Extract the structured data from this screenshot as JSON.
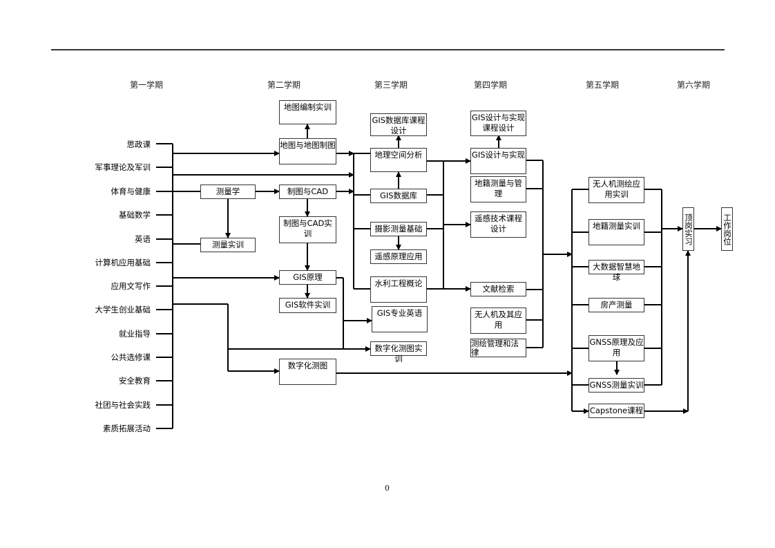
{
  "semesters": [
    "第一学期",
    "第二学期",
    "第三学期",
    "第四学期",
    "第五学期",
    "第六学期"
  ],
  "foundation_courses": [
    "思政课",
    "军事理论及军训",
    "体育与健康",
    "基础数学",
    "英语",
    "计算机应用基础",
    "应用文写作",
    "大学生创业基础",
    "就业指导",
    "公共选修课",
    "安全教育",
    "社团与社会实践",
    "素质拓展活动"
  ],
  "sem1_courses": {
    "surveying": "测量学",
    "surveying_practice": "测量实训"
  },
  "sem2_courses": {
    "map_compile_practice": "地图编制实训",
    "map_cartography": "地图与地图制图",
    "drafting_cad": "制图与CAD",
    "drafting_cad_practice": "制图与CAD实训",
    "gis_principle": "GIS原理",
    "gis_software_practice": "GIS软件实训",
    "digital_mapping": "数字化测图"
  },
  "sem3_courses": {
    "gis_db_design": "GIS数据库课程设计",
    "spatial_analysis": "地理空间分析",
    "gis_database": "GIS数据库",
    "photogrammetry": "摄影测量基础",
    "remote_sensing_app": "遥感原理应用",
    "hydraulic_eng": "水利工程概论",
    "gis_english": "GIS专业英语",
    "digital_mapping_practice": "数字化测图实训"
  },
  "sem4_courses": {
    "gis_design_course": "GIS设计与实现课程设计",
    "gis_design": "GIS设计与实现",
    "cadastral_mgmt": "地籍测量与管理",
    "rs_course_design": "遥感技术课程设计",
    "literature_search": "文献检索",
    "uav_app": "无人机及其应用",
    "survey_law": "测绘管理和法律"
  },
  "sem5_courses": {
    "uav_practice": "无人机测绘应用实训",
    "cadastral_practice": "地籍测量实训",
    "big_data_earth": "大数据智慧地球",
    "property_survey": "房产测量",
    "gnss_principle": "GNSS原理及应用",
    "gnss_practice": "GNSS测量实训",
    "capstone": "Capstone课程"
  },
  "sem6_courses": {
    "internship": "顶岗实习",
    "job": "工作岗位"
  },
  "page_number": "0"
}
